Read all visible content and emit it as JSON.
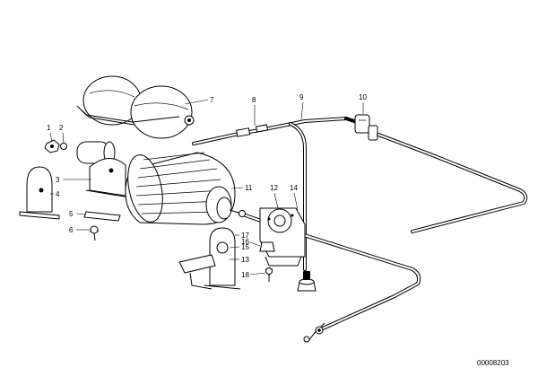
{
  "diagram": {
    "reference_number": "00008203",
    "callouts": [
      {
        "id": "c1",
        "label": "1"
      },
      {
        "id": "c2",
        "label": "2"
      },
      {
        "id": "c3",
        "label": "3"
      },
      {
        "id": "c4",
        "label": "4"
      },
      {
        "id": "c5",
        "label": "5"
      },
      {
        "id": "c6",
        "label": "6"
      },
      {
        "id": "c7",
        "label": "7"
      },
      {
        "id": "c8",
        "label": "8"
      },
      {
        "id": "c9",
        "label": "9"
      },
      {
        "id": "c10",
        "label": "10"
      },
      {
        "id": "c11",
        "label": "11"
      },
      {
        "id": "c12",
        "label": "12"
      },
      {
        "id": "c13",
        "label": "13"
      },
      {
        "id": "c14",
        "label": "14"
      },
      {
        "id": "c15",
        "label": "15"
      },
      {
        "id": "c16",
        "label": "16"
      },
      {
        "id": "c17",
        "label": "17"
      },
      {
        "id": "c18",
        "label": "18"
      }
    ]
  }
}
